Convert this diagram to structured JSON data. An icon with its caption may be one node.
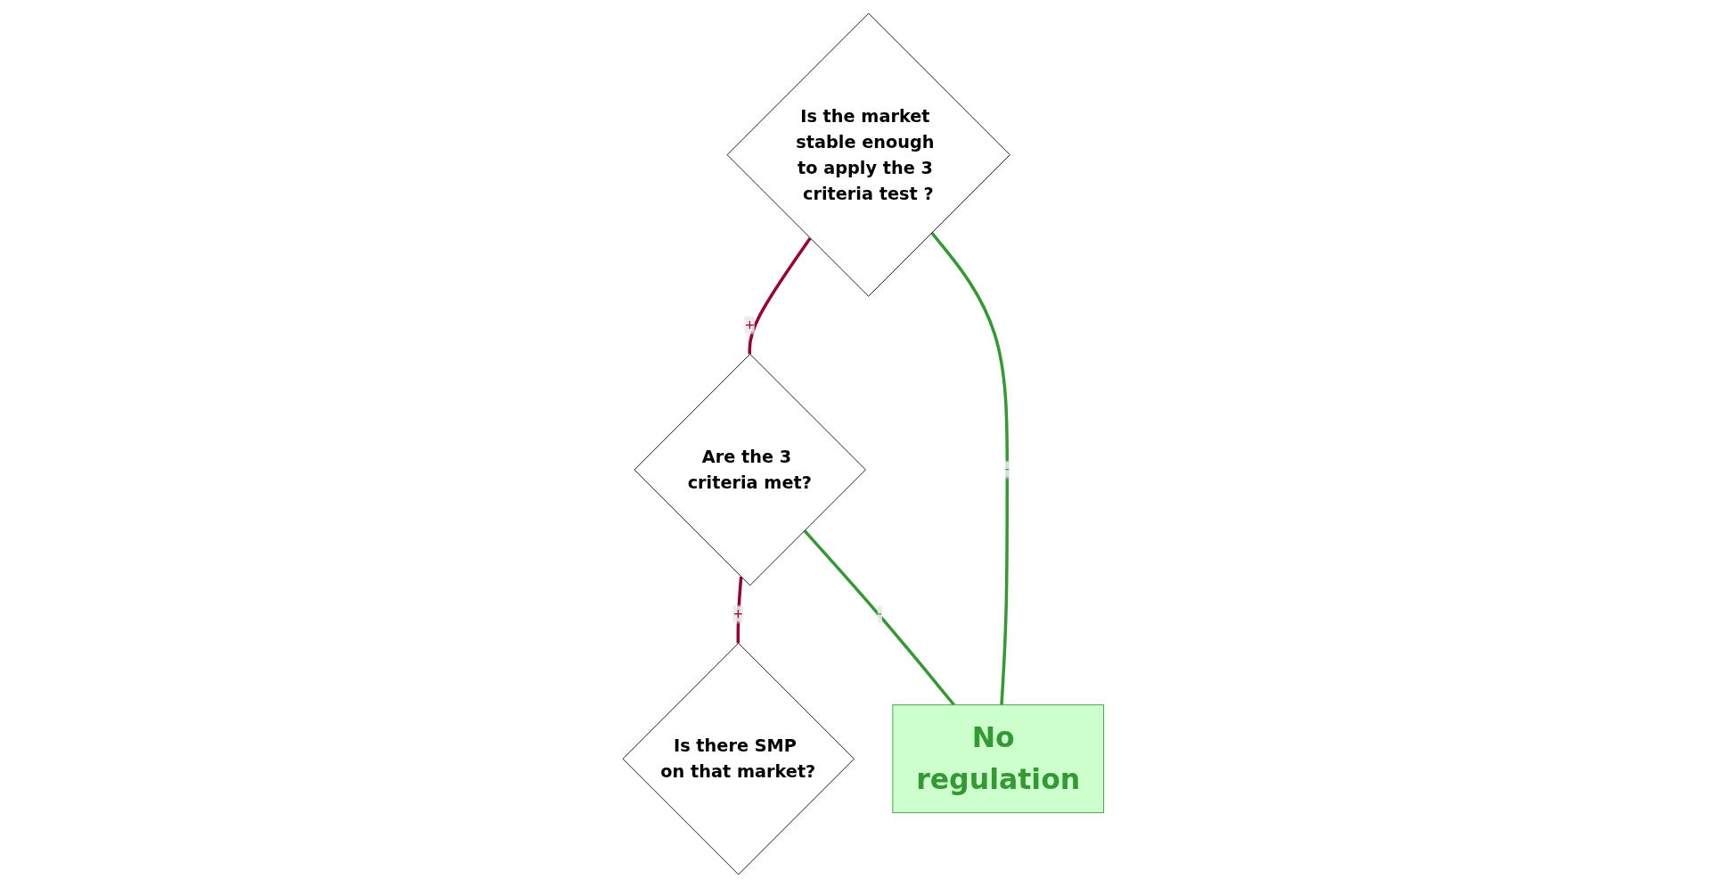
{
  "diagram": {
    "nodes": [
      {
        "text": [
          "Is the market stable enough to apply the 3 criteria test ?"
        ]
      },
      {
        "text": [
          "Are the 3 criteria met?"
        ]
      },
      {
        "text": [
          "Is there SMP on that market?"
        ]
      },
      {
        "text": [
          "No regulation"
        ]
      }
    ],
    "edges": [
      {
        "from": 0,
        "to": 1,
        "arrow": "none",
        "label": "+",
        "color": "#990033"
      },
      {
        "from": 0,
        "to": 3,
        "arrow": "none",
        "label": "-",
        "color": "#339933"
      },
      {
        "from": 1,
        "to": 2,
        "arrow": "none",
        "label": "+",
        "color": "#990033"
      },
      {
        "from": 1,
        "to": 3,
        "arrow": "none",
        "label": "-",
        "color": "#339933"
      }
    ]
  }
}
